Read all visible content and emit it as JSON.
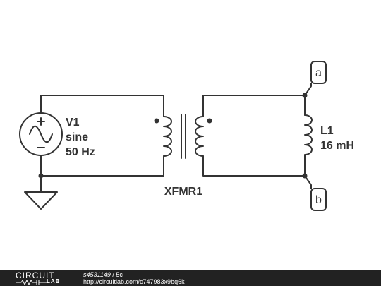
{
  "circuit": {
    "source": {
      "name": "V1",
      "type": "sine",
      "frequency": "50 Hz"
    },
    "transformer": {
      "name": "XFMR1"
    },
    "inductor": {
      "name": "L1",
      "value": "16 mH"
    },
    "pins": {
      "top": "a",
      "bottom": "b"
    }
  },
  "footer": {
    "logo_top": "CIRCUIT",
    "logo_bottom": "LAB",
    "user": "s4531149",
    "separator": " / ",
    "project": "5c",
    "url": "http://circuitlab.com/c747983x9bq6k"
  },
  "colors": {
    "wire": "#333333",
    "footer_bg": "#222222",
    "footer_text": "#ffffff"
  }
}
